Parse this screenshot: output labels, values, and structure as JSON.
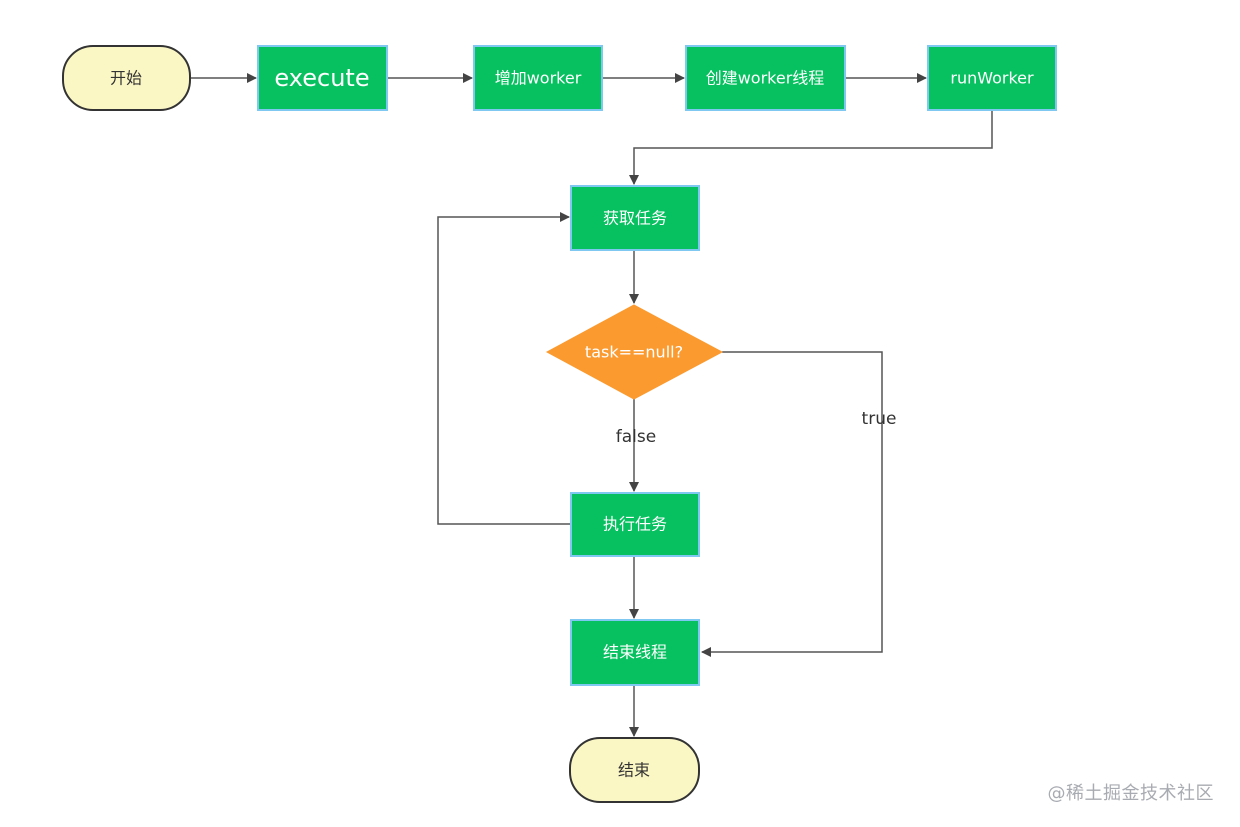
{
  "colors": {
    "process_fill": "#07c160",
    "process_border": "#7ec8f2",
    "terminal_fill": "#fbf7c5",
    "terminal_border": "#333333",
    "decision_fill": "#fb9a2f",
    "line": "#555555",
    "watermark": "#a8abb1"
  },
  "nodes": {
    "start": "开始",
    "execute": "execute",
    "add_worker": "增加worker",
    "create_worker_thread": "创建worker线程",
    "run_worker": "runWorker",
    "get_task": "获取任务",
    "decision": "task==null?",
    "run_task": "执行任务",
    "end_thread": "结束线程",
    "end": "结束"
  },
  "edge_labels": {
    "false": "false",
    "true": "true"
  },
  "watermark": "@稀土掘金技术社区"
}
